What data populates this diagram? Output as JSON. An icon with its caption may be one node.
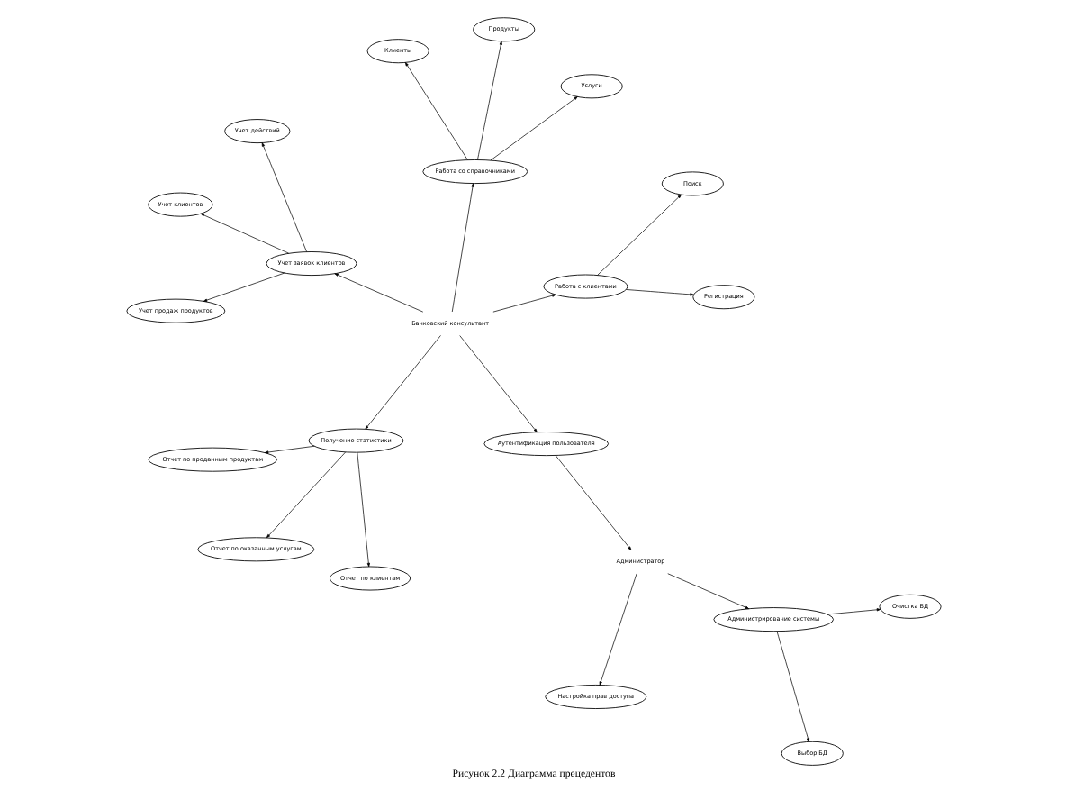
{
  "diagram": {
    "caption": "Рисунок 2.2 Диаграмма прецедентов",
    "nodes": [
      {
        "text": [
          "Настройка прав доступа"
        ]
      },
      {
        "text": [
          "Очистка БД"
        ]
      },
      {
        "text": [
          "Выбор БД"
        ]
      },
      {
        "text": [
          "Администратор"
        ]
      },
      {
        "text": [
          "Администрирование системы"
        ]
      },
      {
        "text": [
          "Отчет по проданным продуктам"
        ]
      },
      {
        "text": [
          "Отчет по оказанным услугам"
        ]
      },
      {
        "text": [
          "Отчет по клиентам"
        ]
      },
      {
        "text": [
          "Получение статистики"
        ]
      },
      {
        "text": [
          "Аутентификация пользователя"
        ]
      },
      {
        "text": [
          "Банковский консультант"
        ]
      },
      {
        "text": [
          "Работа с клиентами"
        ]
      },
      {
        "text": [
          "Регистрация"
        ]
      },
      {
        "text": [
          "Поиск"
        ]
      },
      {
        "text": [
          "Продукты"
        ]
      },
      {
        "text": [
          "Работа со справочниками"
        ]
      },
      {
        "text": [
          "Услуги"
        ]
      },
      {
        "text": [
          "Клиенты"
        ]
      },
      {
        "text": [
          "Учет заявок клиентов"
        ]
      },
      {
        "text": [
          "Учет клиентов"
        ]
      },
      {
        "text": [
          "Учет действий"
        ]
      },
      {
        "text": [
          "Учет продаж продуктов"
        ]
      }
    ],
    "edges": [
      {
        "from": 3,
        "to": 0,
        "arrow": "to"
      },
      {
        "from": 3,
        "to": 4,
        "arrow": "to"
      },
      {
        "from": 4,
        "to": 1,
        "arrow": "to"
      },
      {
        "from": 4,
        "to": 2,
        "arrow": "to"
      },
      {
        "from": 8,
        "to": 5,
        "arrow": "to"
      },
      {
        "from": 8,
        "to": 6,
        "arrow": "to"
      },
      {
        "from": 8,
        "to": 7,
        "arrow": "to"
      },
      {
        "from": 10,
        "to": 8,
        "arrow": "to"
      },
      {
        "from": 10,
        "to": 9,
        "arrow": "to"
      },
      {
        "from": 9,
        "to": 3,
        "arrow": "to"
      },
      {
        "from": 10,
        "to": 11,
        "arrow": "to"
      },
      {
        "from": 11,
        "to": 12,
        "arrow": "to"
      },
      {
        "from": 11,
        "to": 13,
        "arrow": "to"
      },
      {
        "from": 10,
        "to": 15,
        "arrow": "to"
      },
      {
        "from": 15,
        "to": 14,
        "arrow": "to"
      },
      {
        "from": 15,
        "to": 16,
        "arrow": "to"
      },
      {
        "from": 15,
        "to": 17,
        "arrow": "to"
      },
      {
        "from": 10,
        "to": 18,
        "arrow": "to"
      },
      {
        "from": 18,
        "to": 19,
        "arrow": "to"
      },
      {
        "from": 18,
        "to": 20,
        "arrow": "to"
      },
      {
        "from": 18,
        "to": 21,
        "arrow": "to"
      }
    ]
  }
}
